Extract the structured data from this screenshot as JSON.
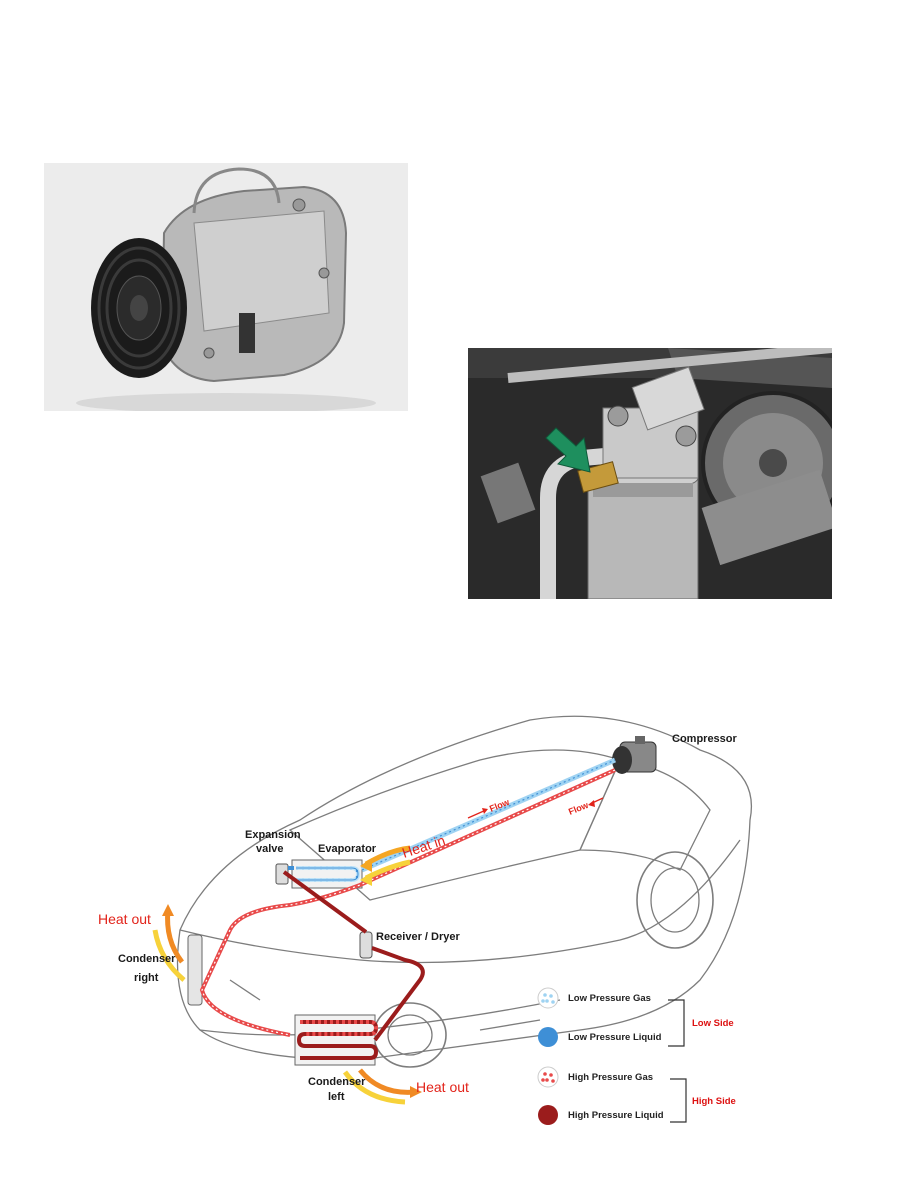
{
  "photos": {
    "compressor": "compressor-photo",
    "engine": "receiver-dryer-engine-photo"
  },
  "diagram": {
    "labels": {
      "compressor": "Compressor",
      "expansion_valve_line1": "Expansion",
      "expansion_valve_line2": "valve",
      "evaporator": "Evaporator",
      "receiver_dryer": "Receiver / Dryer",
      "condenser_right_line1": "Condenser",
      "condenser_right_line2": "right",
      "condenser_left_line1": "Condenser",
      "condenser_left_line2": "left"
    },
    "annotations": {
      "heat_in": "Heat in",
      "heat_out_top": "Heat out",
      "heat_out_bottom": "Heat out",
      "flow_upper": "Flow",
      "flow_lower": "Flow"
    },
    "legend": {
      "items": [
        {
          "label": "Low Pressure Gas",
          "color": "#9fd3f2"
        },
        {
          "label": "Low Pressure Liquid",
          "color": "#3e8fd6"
        },
        {
          "label": "High Pressure Gas",
          "color": "#e84a4a"
        },
        {
          "label": "High Pressure Liquid",
          "color": "#9b1c1c"
        }
      ],
      "low_side": "Low Side",
      "high_side": "High Side"
    }
  },
  "colors": {
    "low_pressure_gas": "#9fd3f2",
    "low_pressure_liquid": "#3e8fd6",
    "high_pressure_gas": "#e84a4a",
    "high_pressure_liquid": "#9b1c1c",
    "heat_arrow": "#f5a623",
    "accent_red": "#e2231a",
    "pointer_green": "#1e8f5e"
  }
}
